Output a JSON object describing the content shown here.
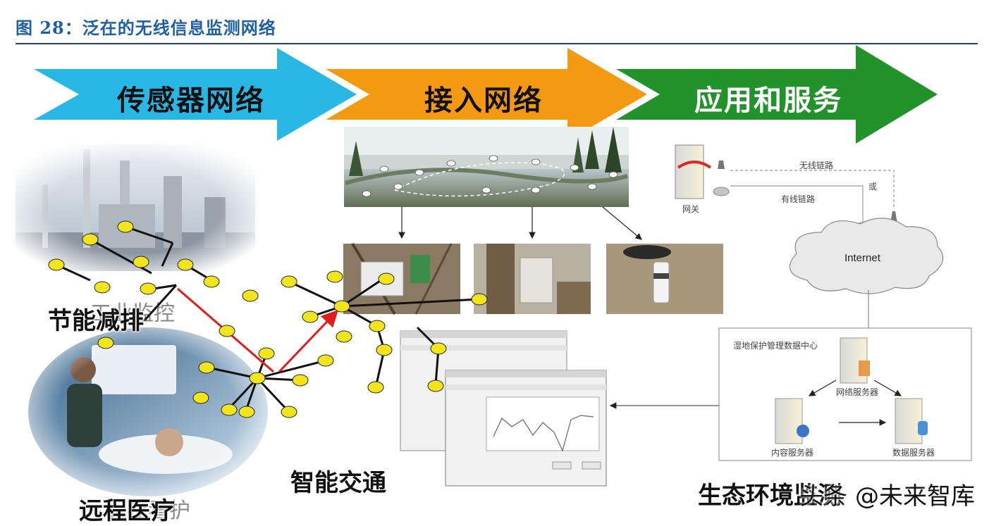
{
  "figure": {
    "title": "图 28：泛在的无线信息监测网络"
  },
  "arrows": [
    {
      "label": "传感器网络",
      "color": "#29b8e6"
    },
    {
      "label": "接入网络",
      "color": "#f39a12"
    },
    {
      "label": "应用和服务",
      "color": "#22932b"
    }
  ],
  "captions": {
    "energy": "节能减排",
    "industrial_ghost": "工业监控",
    "medical": "远程医疗",
    "medical_ghost": "医疗看护",
    "traffic": "智能交通",
    "eco": "生态环境监测"
  },
  "network": {
    "wireless_link": "无线链路",
    "or": "或",
    "wired_link": "有线链路",
    "gateway": "网关",
    "internet": "Internet",
    "data_center": "湿地保护管理数据中心",
    "net_server": "网络服务器",
    "content_server": "内容服务器",
    "data_server": "数据服务器"
  },
  "watermark": "头条 @未来智库",
  "colors": {
    "title_blue": "#1f5fa8",
    "sensor_yellow": "#f2e51c",
    "red_link": "#e21b1b"
  }
}
